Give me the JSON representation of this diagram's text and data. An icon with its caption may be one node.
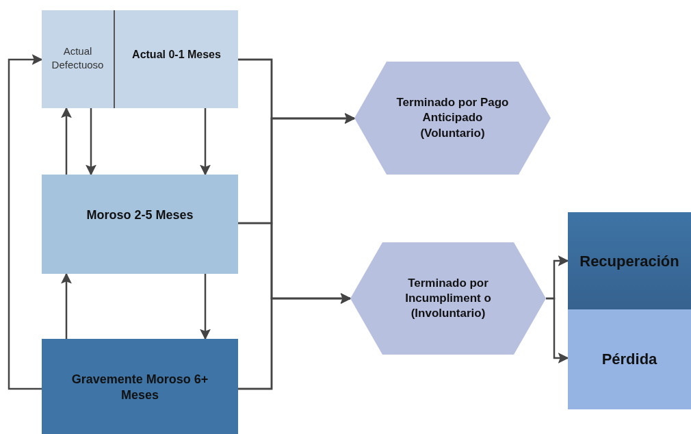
{
  "diagram": {
    "nodes": [
      {
        "text": [
          "Actual Defectuoso"
        ]
      },
      {
        "text": [
          "Actual 0-1 Meses"
        ]
      },
      {
        "text": [
          "Moroso 2-5 Meses"
        ]
      },
      {
        "text": [
          "Gravemente Moroso 6+ Meses"
        ]
      },
      {
        "text": [
          "Terminado por Pago Anticipado (Voluntario)"
        ]
      },
      {
        "text": [
          "Terminado por Incumpliment o (Involuntario)"
        ]
      },
      {
        "text": [
          "Recuperación"
        ]
      },
      {
        "text": [
          "Pérdida"
        ]
      }
    ],
    "edges": [
      {
        "from": 0,
        "to": 2,
        "arrow": "to"
      },
      {
        "from": 2,
        "to": 0,
        "arrow": "to"
      },
      {
        "from": 1,
        "to": 2,
        "arrow": "to"
      },
      {
        "from": 2,
        "to": 3,
        "arrow": "to"
      },
      {
        "from": 3,
        "to": 2,
        "arrow": "to"
      },
      {
        "from": 3,
        "to": 0,
        "arrow": "to"
      },
      {
        "from": 1,
        "to": 4,
        "arrow": "to"
      },
      {
        "from": 2,
        "to": 4,
        "arrow": "to"
      },
      {
        "from": 3,
        "to": 4,
        "arrow": "to"
      },
      {
        "from": 1,
        "to": 5,
        "arrow": "to"
      },
      {
        "from": 2,
        "to": 5,
        "arrow": "to"
      },
      {
        "from": 3,
        "to": 5,
        "arrow": "to"
      },
      {
        "from": 5,
        "to": 6,
        "arrow": "to"
      },
      {
        "from": 5,
        "to": 7,
        "arrow": "to"
      }
    ]
  }
}
